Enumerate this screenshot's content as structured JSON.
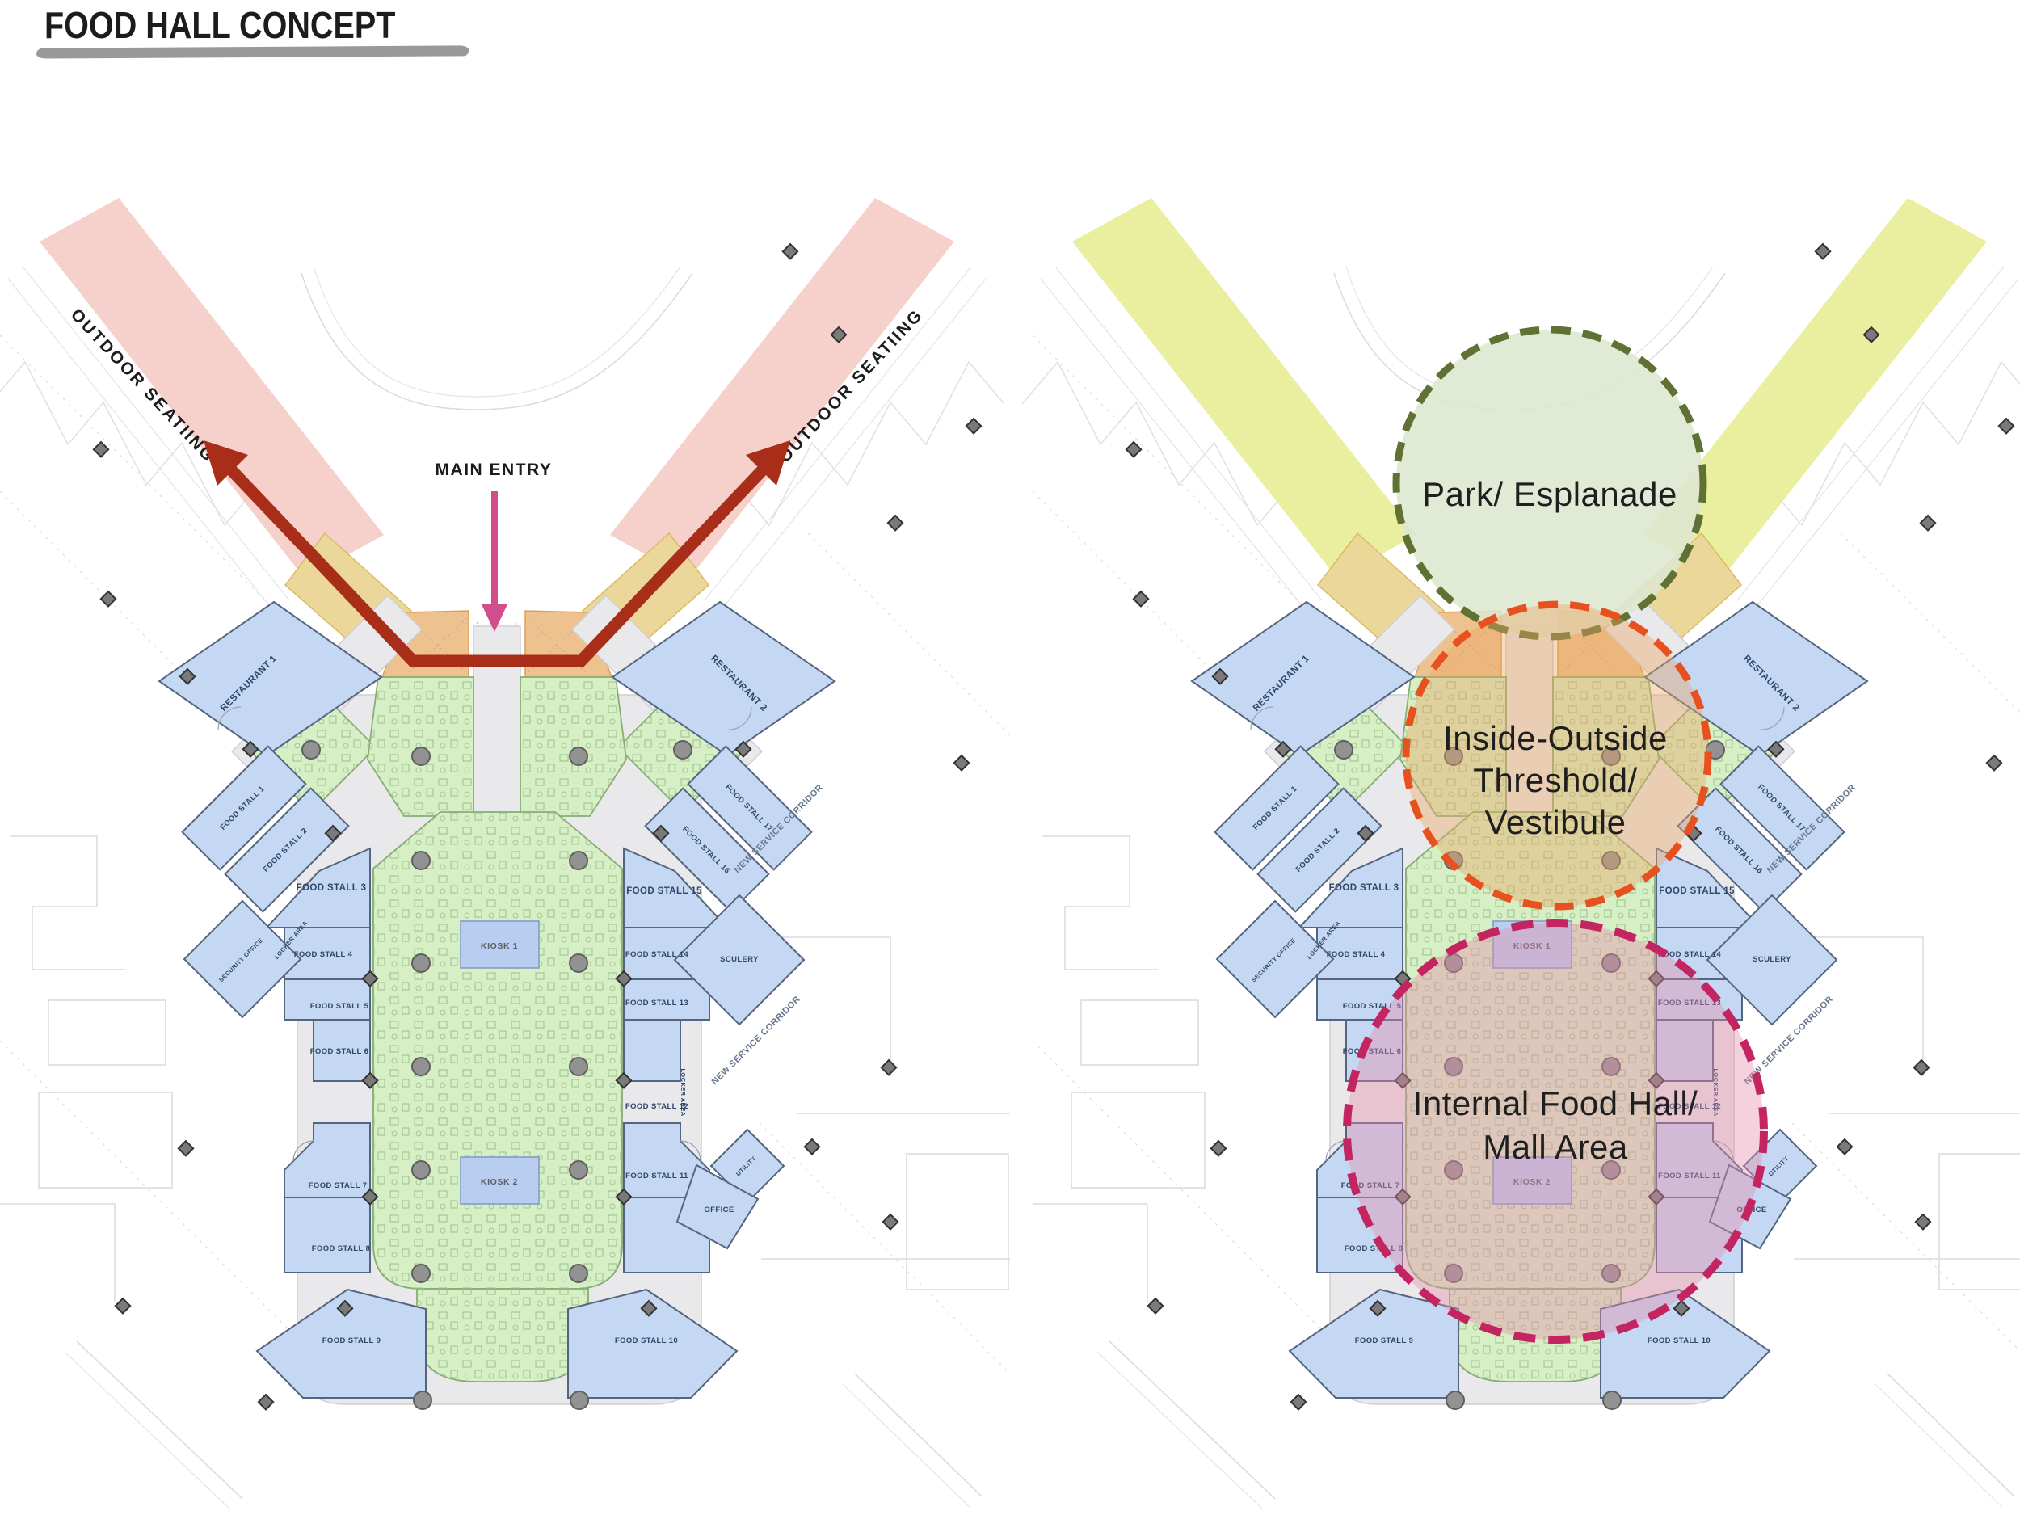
{
  "title": "FOOD HALL CONCEPT",
  "left_plan": {
    "outdoor_seating_left": "OUTDOOR SEATIING",
    "outdoor_seating_right": "OUTDOOR SEATIING",
    "main_entry": "MAIN ENTRY"
  },
  "rooms": {
    "restaurant_1": "RESTAURANT 1",
    "restaurant_2": "RESTAURANT 2",
    "food_stalls": [
      "FOOD STALL 1",
      "FOOD STALL 2",
      "FOOD STALL 3",
      "FOOD STALL 4",
      "FOOD STALL 5",
      "FOOD STALL 6",
      "FOOD STALL 7",
      "FOOD STALL 8",
      "FOOD STALL 9",
      "FOOD STALL 10",
      "FOOD STALL 11",
      "FOOD STALL 12",
      "FOOD STALL 13",
      "FOOD STALL 14",
      "FOOD STALL 15",
      "FOOD STALL 16",
      "FOOD STALL 17"
    ],
    "kiosk_1": "KIOSK 1",
    "kiosk_2": "KIOSK 2",
    "security_office": "SECURITY OFFICE",
    "locker_area": "LOCKER AREA",
    "scullery": "SCULERY",
    "new_service_corridor": "NEW SERVICE CORRIDOR",
    "utility": "UTILITY",
    "office": "OFFICE"
  },
  "concept_zones": [
    {
      "label_lines": [
        "Park/ Esplanade"
      ],
      "border_color": "#5f7233",
      "fill_color": "rgba(221,231,207,0.88)"
    },
    {
      "label_lines": [
        "Inside-Outside",
        "Threshold/",
        "Vestibule"
      ],
      "border_color": "#e6511f",
      "fill_color": "rgba(236,166,98,0.40)"
    },
    {
      "label_lines": [
        "Internal Food Hall/",
        "Mall Area"
      ],
      "border_color": "#c22560",
      "fill_color": "rgba(230,140,170,0.40)"
    }
  ],
  "colors": {
    "outdoor_band_pink": "#f5cdc8",
    "outdoor_band_yellow": "#e6ec8f",
    "circulation_path_red": "#a82e1a",
    "main_entry_magenta": "#d04e8c",
    "stall_blue": "#c5d8f3",
    "seating_green": "#d6efc5",
    "circulation_gray": "#e9e9eb",
    "vestibule_orange": "#eec28f",
    "canopy_tan": "#ecd79b"
  }
}
